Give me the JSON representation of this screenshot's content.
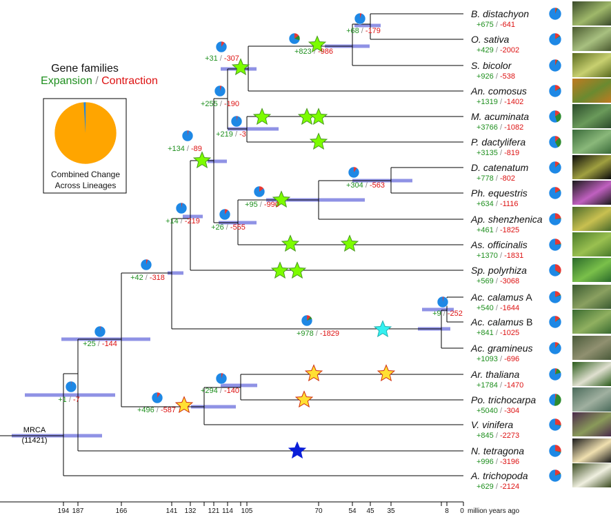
{
  "legend": {
    "title": "Gene families",
    "expansion_word": "Expansion",
    "separator": " / ",
    "contraction_word": "Contraction",
    "box_caption_line1": "Combined Change",
    "box_caption_line2": "Across Lineages",
    "pie_colors": {
      "main": "#ffa500",
      "minor": "#1e88e5"
    }
  },
  "root_label": {
    "name": "MRCA",
    "count": "(11421)"
  },
  "axis": {
    "ticks": [
      "194",
      "187",
      "166",
      "141",
      "132",
      "121",
      "114",
      "105",
      "70",
      "54",
      "45",
      "35",
      "8",
      "0"
    ],
    "unit": "million years ago"
  },
  "colors": {
    "branch": "#000000",
    "ci_bar": "#7b7fe0",
    "expansion": "#1e8f1e",
    "contraction": "#dd1111",
    "pie_blue": "#1e88e5",
    "pie_red": "#e53935",
    "pie_green": "#2e8b2e",
    "star_green": "#7cfc00",
    "star_yellow": "#ffe033",
    "star_cyan": "#33f0f0",
    "star_blue": "#0a1ed8"
  },
  "species": [
    {
      "name": "B. distachyon",
      "plus": "+675",
      "minus": "-641",
      "pie": [
        0.93,
        0.05,
        0.02
      ],
      "photo": [
        "#3a4a2a",
        "#9fb86a"
      ]
    },
    {
      "name": "O. sativa",
      "plus": "+429",
      "minus": "-2002",
      "pie": [
        0.84,
        0.14,
        0.02
      ],
      "photo": [
        "#4a5a30",
        "#a8c080"
      ]
    },
    {
      "name": "S. bicolor",
      "plus": "+926",
      "minus": "-538",
      "pie": [
        0.92,
        0.06,
        0.02
      ],
      "photo": [
        "#5a6a20",
        "#c8d070"
      ]
    },
    {
      "name": "An. comosus",
      "plus": "+1319",
      "minus": "-1402",
      "pie": [
        0.82,
        0.16,
        0.02
      ],
      "photo": [
        "#c07a20",
        "#6a8a30"
      ]
    },
    {
      "name": "M. acuminata",
      "plus": "+3766",
      "minus": "-1082",
      "pie": [
        0.55,
        0.15,
        0.3
      ],
      "photo": [
        "#2a4a2a",
        "#6a9a5a"
      ]
    },
    {
      "name": "P. dactylifera",
      "plus": "+3135",
      "minus": "-819",
      "pie": [
        0.58,
        0.12,
        0.3
      ],
      "photo": [
        "#3a6a3a",
        "#8ab87a"
      ]
    },
    {
      "name": "D. catenatum",
      "plus": "+778",
      "minus": "-802",
      "pie": [
        0.86,
        0.12,
        0.02
      ],
      "photo": [
        "#0a0a0a",
        "#a0a040"
      ]
    },
    {
      "name": "Ph. equestris",
      "plus": "+634",
      "minus": "-1116",
      "pie": [
        0.82,
        0.16,
        0.02
      ],
      "photo": [
        "#1a1a1a",
        "#c060c0"
      ]
    },
    {
      "name": "Ap. shenzhenica",
      "plus": "+461",
      "minus": "-1825",
      "pie": [
        0.76,
        0.22,
        0.02
      ],
      "photo": [
        "#4a6a2a",
        "#c8c050"
      ]
    },
    {
      "name": "As. officinalis",
      "plus": "+1370",
      "minus": "-1831",
      "pie": [
        0.76,
        0.22,
        0.02
      ],
      "photo": [
        "#4a7a2a",
        "#9ac050"
      ]
    },
    {
      "name": "Sp. polyrhiza",
      "plus": "+569",
      "minus": "-3068",
      "pie": [
        0.65,
        0.33,
        0.02
      ],
      "photo": [
        "#2a6a2a",
        "#7ac04a"
      ]
    },
    {
      "name": "Ac. calamus",
      "suffix": " A",
      "plus": "+540",
      "minus": "-1644",
      "pie": [
        0.8,
        0.18,
        0.02
      ],
      "photo": [
        "#3a5a30",
        "#8aa060"
      ]
    },
    {
      "name": "Ac. calamus",
      "suffix": " B",
      "plus": "+841",
      "minus": "-1025",
      "pie": [
        0.84,
        0.14,
        0.02
      ],
      "photo": [
        "#3a6a30",
        "#90b060"
      ]
    },
    {
      "name": "Ac. gramineus",
      "plus": "+1093",
      "minus": "-696",
      "pie": [
        0.88,
        0.1,
        0.02
      ],
      "photo": [
        "#4a5a3a",
        "#909070"
      ]
    },
    {
      "name": "Ar. thaliana",
      "plus": "+1784",
      "minus": "-1470",
      "pie": [
        0.8,
        0.05,
        0.15
      ],
      "photo": [
        "#2a5a1a",
        "#e0e0d0"
      ]
    },
    {
      "name": "Po. trichocarpa",
      "plus": "+5040",
      "minus": "-304",
      "pie": [
        0.48,
        0.04,
        0.48
      ],
      "photo": [
        "#4a6a5a",
        "#a0b0a0"
      ]
    },
    {
      "name": "V. vinifera",
      "plus": "+845",
      "minus": "-2273",
      "pie": [
        0.72,
        0.26,
        0.02
      ],
      "photo": [
        "#4a2a4a",
        "#8a9a5a"
      ]
    },
    {
      "name": "N. tetragona",
      "plus": "+996",
      "minus": "-3196",
      "pie": [
        0.7,
        0.28,
        0.02
      ],
      "photo": [
        "#1a1a1a",
        "#f0e0b0"
      ]
    },
    {
      "name": "A. trichopoda",
      "plus": "+629",
      "minus": "-2124",
      "pie": [
        0.8,
        0.18,
        0.02
      ],
      "photo": [
        "#3a4a20",
        "#f0f0e0"
      ]
    }
  ],
  "nodes": [
    {
      "id": "n_bo",
      "plus": "+68",
      "minus": "-179",
      "pie": [
        0.95,
        0.05
      ]
    },
    {
      "id": "n_bos",
      "plus": "+823",
      "minus": "-986",
      "pie": [
        0.7,
        0.15,
        0.15
      ]
    },
    {
      "id": "n_poa",
      "plus": "+31",
      "minus": "-307",
      "pie": [
        0.9,
        0.1
      ]
    },
    {
      "id": "n_comm",
      "plus": "+255",
      "minus": "-190",
      "pie": [
        0.95,
        0.05
      ]
    },
    {
      "id": "n_ar",
      "plus": "+219",
      "minus": "-3",
      "pie": [
        0.97,
        0.03
      ]
    },
    {
      "id": "n_dp",
      "plus": "+304",
      "minus": "-563",
      "pie": [
        0.9,
        0.1
      ]
    },
    {
      "id": "n_orch",
      "plus": "+95",
      "minus": "-990",
      "pie": [
        0.85,
        0.15
      ]
    },
    {
      "id": "n_asp",
      "plus": "+26",
      "minus": "-555",
      "pie": [
        0.9,
        0.1
      ]
    },
    {
      "id": "n_commasp",
      "plus": "+134",
      "minus": "-89",
      "pie": [
        0.97,
        0.03
      ]
    },
    {
      "id": "n_mono",
      "plus": "+14",
      "minus": "-219",
      "pie": [
        0.97,
        0.03
      ]
    },
    {
      "id": "n_monoac",
      "plus": "+42",
      "minus": "-318",
      "pie": [
        0.95,
        0.05
      ]
    },
    {
      "id": "n_acor",
      "plus": "+978",
      "minus": "-1829",
      "pie": [
        0.8,
        0.12,
        0.08
      ]
    },
    {
      "id": "n_acab",
      "plus": "+9",
      "minus": "-252",
      "pie": [
        0.97,
        0.03
      ]
    },
    {
      "id": "n_mesa",
      "plus": "+25",
      "minus": "-144",
      "pie": [
        0.98,
        0.02
      ]
    },
    {
      "id": "n_rosids",
      "plus": "+294",
      "minus": "-140",
      "pie": [
        0.95,
        0.05
      ]
    },
    {
      "id": "n_eudi",
      "plus": "+496",
      "minus": "-587",
      "pie": [
        0.9,
        0.1
      ]
    },
    {
      "id": "n_core",
      "plus": "+1",
      "minus": "-7",
      "pie": [
        0.99,
        0.01
      ]
    }
  ]
}
